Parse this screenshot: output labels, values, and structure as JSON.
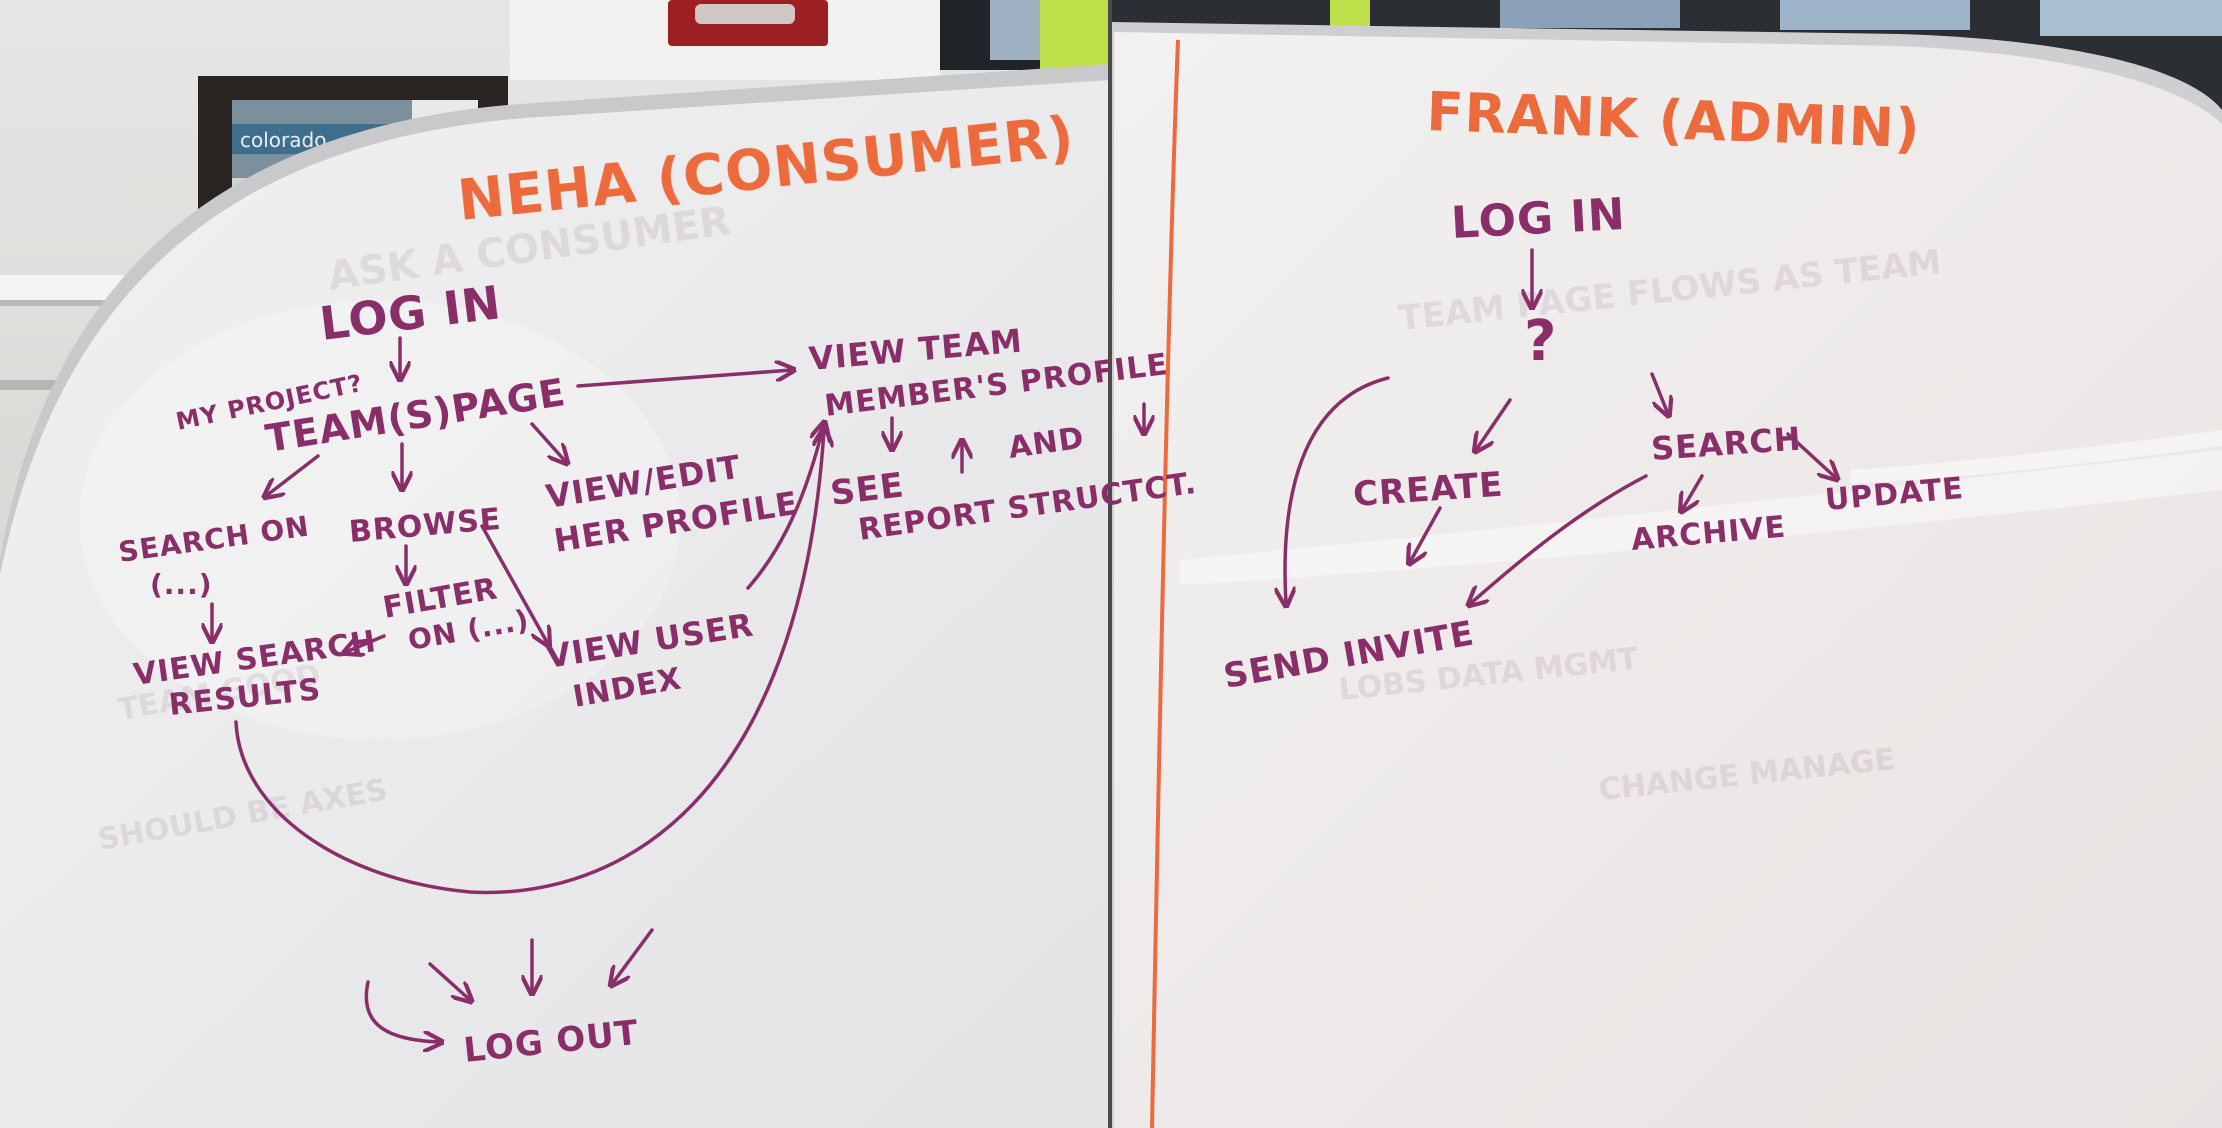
{
  "colors": {
    "marker_purple": "#8a2e6a",
    "marker_orange": "#ec6a3c",
    "board_white": "#ededee",
    "wall": "#d8d8d6"
  },
  "background": {
    "sign_text": "colorado"
  },
  "left_board": {
    "title": "Neha (Consumer)",
    "nodes": {
      "log_in": "Log In",
      "my_project": "My Project?",
      "team_page": "Team(s)Page",
      "view_team_1": "View Team",
      "view_team_2": "Member's Profile",
      "see_1": "See",
      "see_and": "and",
      "see_2": "Report Structct.",
      "view_edit_1": "View/Edit",
      "view_edit_2": "Her Profile",
      "browse": "Browse",
      "search_on_1": "Search on",
      "search_on_2": "(...)",
      "filter_1": "Filter",
      "filter_2": "on (...)",
      "view_search_1": "View Search",
      "view_search_2": "Results",
      "view_user_1": "View User",
      "view_user_2": "Index",
      "log_out": "Log Out"
    }
  },
  "right_board": {
    "title": "Frank (Admin)",
    "nodes": {
      "log_in": "Log In",
      "question": "?",
      "create": "Create",
      "search": "Search",
      "update": "Update",
      "archive": "Archive",
      "send_invite": "Send Invite"
    }
  }
}
